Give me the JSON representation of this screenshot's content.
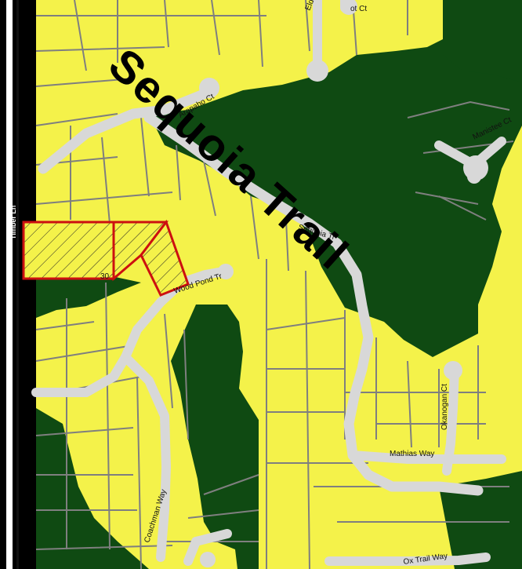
{
  "map": {
    "major_road_label": "Sequoia Trail",
    "subject_parcel_id": "30",
    "colors": {
      "parcel_fill": "#f4f24a",
      "open_space": "#0f4a12",
      "road": "#d8d8d8",
      "boundary": "#7f7f7f",
      "subject_outline": "#cc1010",
      "hatch": "#222222",
      "left_strip": "#000000"
    },
    "streets": {
      "timber_ln": "Timber Ln",
      "sequoia_tr": "Sequoia Tr",
      "arapaho_ct": "Arapaho Ct",
      "eldorado_ct": "Eldorado Ct",
      "manistee_ct": "Manistee Ct",
      "wood_pond_tr": "Wood Pond Tr",
      "okanogan_ct": "Okanogan Ct",
      "mathias_way": "Mathias Way",
      "coachman_way": "Coachman Way",
      "ox_trail_way": "Ox Trail Way",
      "top_partial": "ot Ct"
    }
  }
}
